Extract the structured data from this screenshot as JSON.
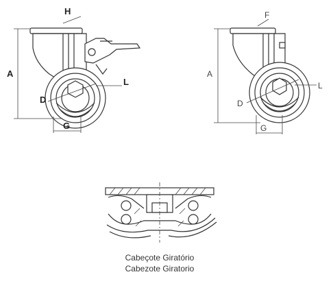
{
  "figure_left": {
    "labels": {
      "h": "H",
      "a": "A",
      "l": "L",
      "d": "D",
      "g": "G"
    }
  },
  "figure_right": {
    "labels": {
      "f": "F",
      "a": "A",
      "l": "L",
      "d": "D",
      "g": "G"
    }
  },
  "section_view": {
    "caption_pt": "Cabeçote Giratório",
    "caption_es": "Cabezote Giratorio"
  }
}
